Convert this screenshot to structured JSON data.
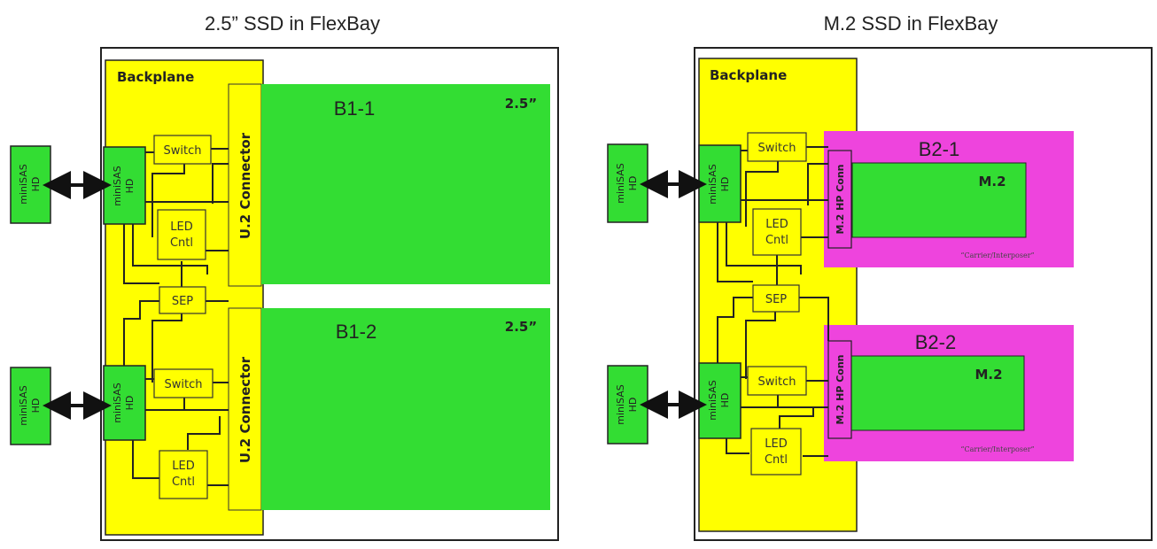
{
  "left": {
    "title": "2.5” SSD in FlexBay",
    "backplane_label": "Backplane",
    "connector_labels": [
      "U.2 Connector",
      "U.2 Connector"
    ],
    "drives": [
      {
        "name": "B1-1",
        "size": "2.5”"
      },
      {
        "name": "B1-2",
        "size": "2.5”"
      }
    ],
    "switch_labels": [
      "Switch",
      "Switch"
    ],
    "led_label": [
      "LED",
      "Cntl"
    ],
    "sep_label": "SEP",
    "minisas_external": [
      "miniSAS",
      "HD"
    ],
    "minisas_internal": [
      "miniSAS",
      "HD"
    ]
  },
  "right": {
    "title": "M.2 SSD in FlexBay",
    "backplane_label": "Backplane",
    "connector_labels": [
      "M.2 HP Conn",
      "M.2 HP Conn"
    ],
    "carriers": [
      {
        "name": "B2-1",
        "drive": "M.2",
        "caption": "“Carrier/Interposer”"
      },
      {
        "name": "B2-2",
        "drive": "M.2",
        "caption": "“Carrier/Interposer”"
      }
    ],
    "switch_labels": [
      "Switch",
      "Switch"
    ],
    "led_label": [
      "LED",
      "Cntl"
    ],
    "sep_label": "SEP",
    "minisas_external": [
      "miniSAS",
      "HD"
    ],
    "minisas_internal": [
      "miniSAS",
      "HD"
    ]
  },
  "colors": {
    "backplane": "#ffff00",
    "drive": "#33dd33",
    "carrier": "#ee44dd",
    "border": "#222222"
  }
}
